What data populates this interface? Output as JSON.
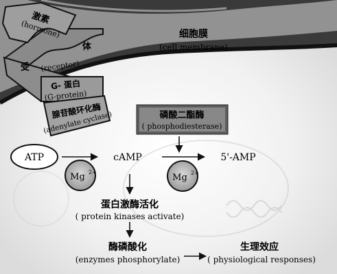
{
  "membrane": {
    "title_cn": "细胞膜",
    "title_en": "(cell membrane)"
  },
  "hormone": {
    "cn": "激素",
    "en": "(hormone)"
  },
  "receptor": {
    "cn_left": "受",
    "en": "(receptor)",
    "cn_right": "体"
  },
  "g_protein": {
    "cn": "G- 蛋白",
    "en": "(G-protein)"
  },
  "adenylate_cyclase": {
    "cn": "腺苷酸环化酶",
    "en": "(adenylate cyclase)"
  },
  "phosphodiesterase": {
    "cn": "磷酸二酯酶",
    "en": "( phosphodiesterase)"
  },
  "atp": "ATP",
  "camp": "cAMP",
  "amp5": "5'-AMP",
  "mg_left": {
    "base": "Mg",
    "sup": "2+"
  },
  "mg_right": {
    "base": "Mg",
    "sup": "2+"
  },
  "protein_kinase": {
    "cn": "蛋白激酶活化",
    "en": "( protein kinases activate)"
  },
  "enzyme_phos": {
    "cn": "酶磷酸化",
    "en": "(enzymes phosphorylate)"
  },
  "physio": {
    "cn": "生理效应",
    "en": "( physiological responses)"
  },
  "colors": {
    "membrane_dark": "#1e1e1e",
    "box_fill": "#9a9a9a",
    "circle_fill": "#b4b4b4",
    "phospho_box": "#5a5a5a"
  }
}
